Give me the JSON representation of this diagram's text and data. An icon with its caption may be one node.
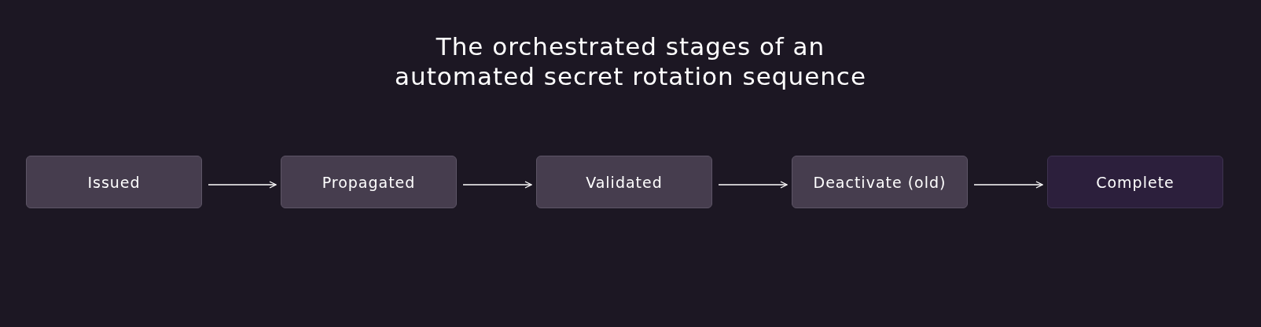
{
  "diagram": {
    "title": "The orchestrated stages of an automated secret rotation sequence",
    "nodes": [
      {
        "text": [
          "Issued"
        ]
      },
      {
        "text": [
          "Propagated"
        ]
      },
      {
        "text": [
          "Validated"
        ]
      },
      {
        "text": [
          "Deactivate (old)"
        ]
      },
      {
        "text": [
          "Complete"
        ]
      }
    ],
    "edges": [
      {
        "from": 0,
        "to": 1,
        "arrow": "to"
      },
      {
        "from": 1,
        "to": 2,
        "arrow": "to"
      },
      {
        "from": 2,
        "to": 3,
        "arrow": "to"
      },
      {
        "from": 3,
        "to": 4,
        "arrow": "to"
      }
    ]
  }
}
